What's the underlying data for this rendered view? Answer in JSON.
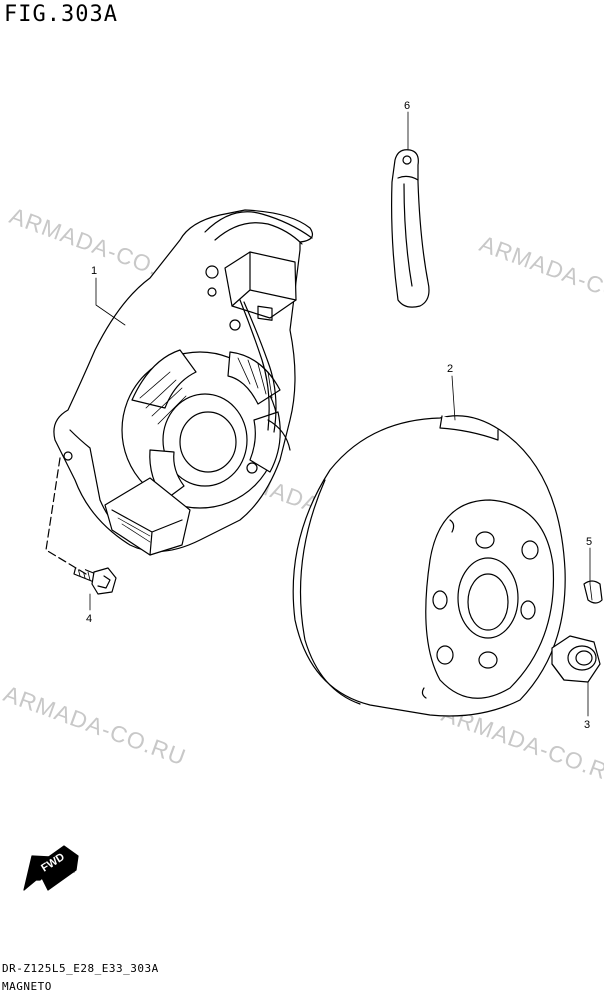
{
  "figure": {
    "title": "FIG.303A"
  },
  "watermark": {
    "text": "ARMADA-CO.RU",
    "color": "#c8c8c8"
  },
  "parts": [
    {
      "ref": "1",
      "name": "stator-assembly"
    },
    {
      "ref": "2",
      "name": "flywheel-rotor"
    },
    {
      "ref": "3",
      "name": "nut"
    },
    {
      "ref": "4",
      "name": "bolt"
    },
    {
      "ref": "5",
      "name": "key"
    },
    {
      "ref": "6",
      "name": "clamp"
    }
  ],
  "direction_badge": {
    "label": "FWD"
  },
  "footer": {
    "model_code": "DR-Z125L5_E28_E33_303A",
    "group_name": "MAGNETO"
  }
}
